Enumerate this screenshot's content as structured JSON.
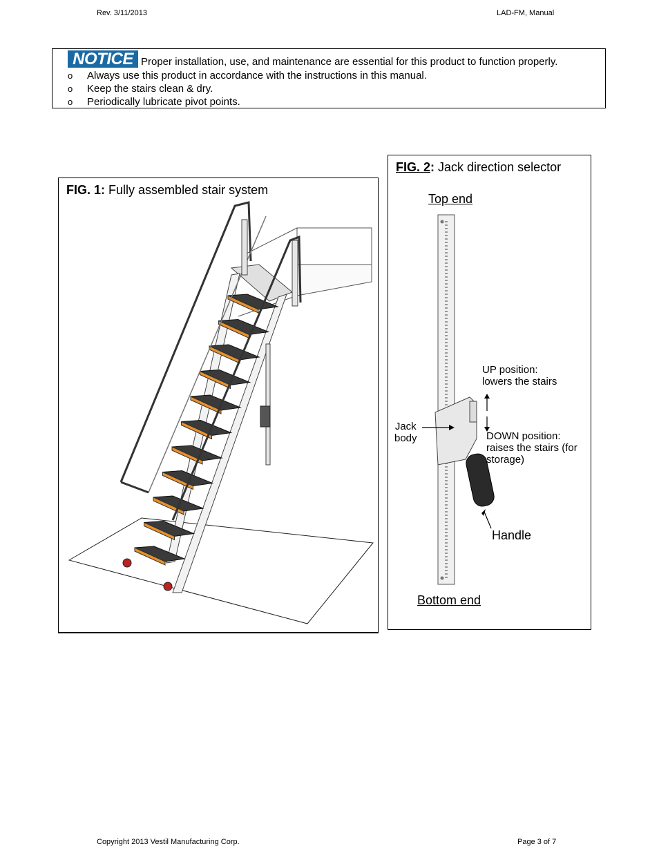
{
  "header": {
    "revision": "Rev. 3/11/2013",
    "doc_name": "LAD-FM, Manual"
  },
  "notice": {
    "badge": "NOTICE",
    "text": "Proper installation, use, and maintenance are essential for this product to function properly.",
    "items": [
      {
        "bullet": "o",
        "text": "Always use this product in accordance with the instructions in this manual."
      },
      {
        "bullet": "o",
        "text": "Keep the stairs clean & dry."
      },
      {
        "bullet": "o",
        "text": "Periodically lubricate pivot points."
      }
    ],
    "badge_color": "#1a6aa5"
  },
  "fig1": {
    "label": "FIG. 1:",
    "caption": "Fully assembled stair system",
    "tread_color": "#e8902a"
  },
  "fig2": {
    "label": "FIG. 2",
    "colon": ":",
    "caption": "Jack direction selector",
    "top_end": "Top end",
    "bottom_end": "Bottom end",
    "up_line1": "UP position:",
    "up_line2": "lowers the stairs",
    "down_line1": "DOWN position:",
    "down_line2": "raises the stairs (for",
    "down_line3": "storage)",
    "jack_line1": "Jack",
    "jack_line2": "body",
    "handle": "Handle"
  },
  "footer": {
    "copyright": "Copyright 2013 Vestil Manufacturing Corp.",
    "page": "Page 3 of 7"
  }
}
